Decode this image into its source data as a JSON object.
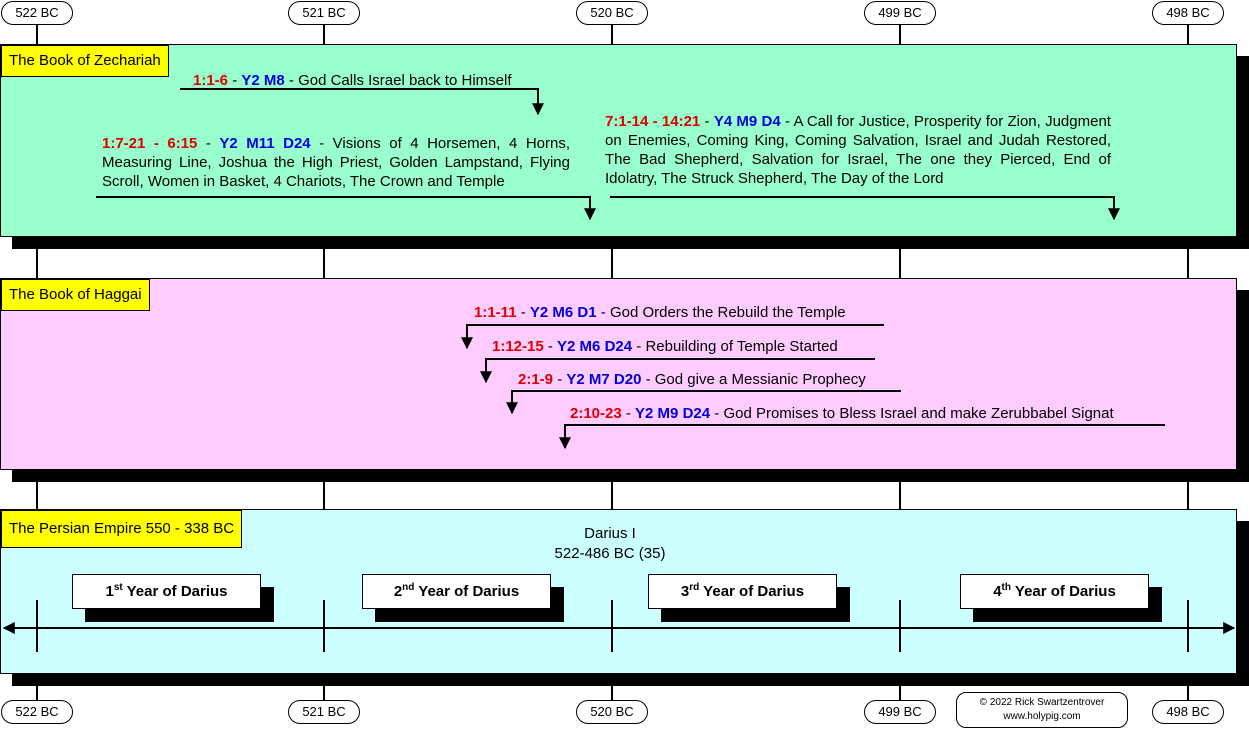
{
  "timeline": {
    "ticks_top": [
      "522 BC",
      "521 BC",
      "520 BC",
      "499 BC",
      "498 BC"
    ],
    "ticks_bottom": [
      "522 BC",
      "521 BC",
      "520 BC",
      "499 BC",
      "498 BC"
    ]
  },
  "zechariah": {
    "title": "The Book of Zechariah",
    "bg": "#99ffcc",
    "events": [
      {
        "ref": "1:1-6",
        "date": "Y2 M8",
        "text": "God Calls Israel back to Himself"
      },
      {
        "ref": "1:7-21 - 6:15",
        "date": "Y2 M11 D24",
        "text": "Visions of 4 Horsemen, 4 Horns, Measuring Line, Joshua the High Priest, Golden Lampstand, Flying Scroll, Women in Basket, 4 Chariots, The Crown and Temple"
      },
      {
        "ref": "7:1-14 - 14:21",
        "date": "Y4 M9 D4",
        "text": "A Call for Justice, Prosperity for Zion, Judgment on Enemies, Coming King, Coming Salvation, Israel and Judah Restored, The Bad Shepherd, Salvation for Israel, The one they Pierced, End of Idolatry, The Struck Shepherd, The Day of the Lord"
      }
    ]
  },
  "haggai": {
    "title": "The Book of Haggai",
    "bg": "#ffccff",
    "events": [
      {
        "ref": "1:1-11",
        "date": "Y2 M6 D1",
        "text": "God Orders the Rebuild the Temple"
      },
      {
        "ref": "1:12-15",
        "date": "Y2 M6 D24",
        "text": "Rebuilding of Temple Started"
      },
      {
        "ref": "2:1-9",
        "date": "Y2 M7 D20",
        "text": "God give a Messianic Prophecy"
      },
      {
        "ref": "2:10-23",
        "date": "Y2 M9 D24",
        "text": "God Promises to Bless Israel and make Zerubbabel Signat"
      }
    ]
  },
  "persian": {
    "title": "The Persian Empire 550 - 338 BC",
    "bg": "#ccffff",
    "king": "Darius I",
    "reign": "522-486 BC (35)",
    "years": [
      {
        "num": "1",
        "sup": "st",
        "label": "Year of Darius"
      },
      {
        "num": "2",
        "sup": "nd",
        "label": "Year of Darius"
      },
      {
        "num": "3",
        "sup": "rd",
        "label": "Year of Darius"
      },
      {
        "num": "4",
        "sup": "th",
        "label": "Year of Darius"
      }
    ]
  },
  "copyright": {
    "line1": "© 2022 Rick Swartzentrover",
    "line2": "www.holypig.com"
  },
  "sep": " - "
}
